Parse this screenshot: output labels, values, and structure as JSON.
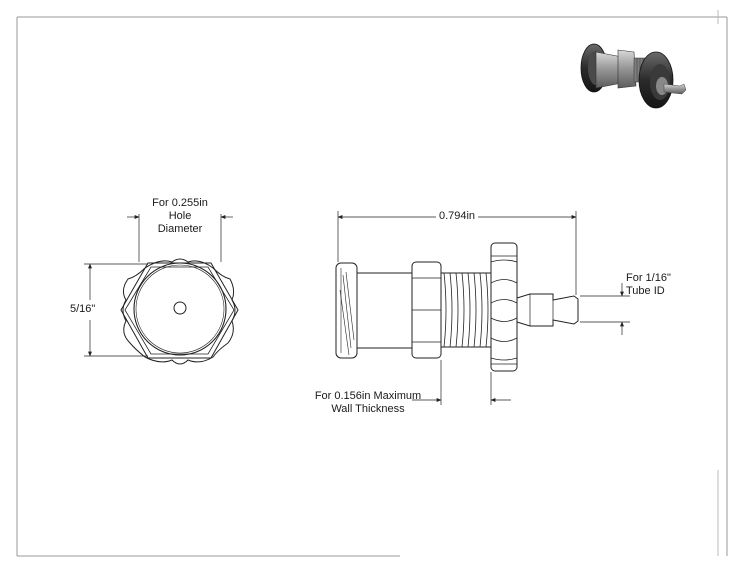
{
  "front_view": {
    "hole_label": [
      "For 0.255in",
      "Hole",
      "Diameter"
    ],
    "height_label": "5/16\""
  },
  "side_view": {
    "length_label": "0.794in",
    "tube_label": [
      "For 1/16\"",
      "Tube ID"
    ],
    "wall_label": [
      "For 0.156in Maximum",
      "Wall Thickness"
    ]
  },
  "thumbnail": {
    "icon": "panel-mount-barb-fitting-3d-icon",
    "body_color": "#8a8a8a",
    "nut_color": "#2a2a2a"
  }
}
